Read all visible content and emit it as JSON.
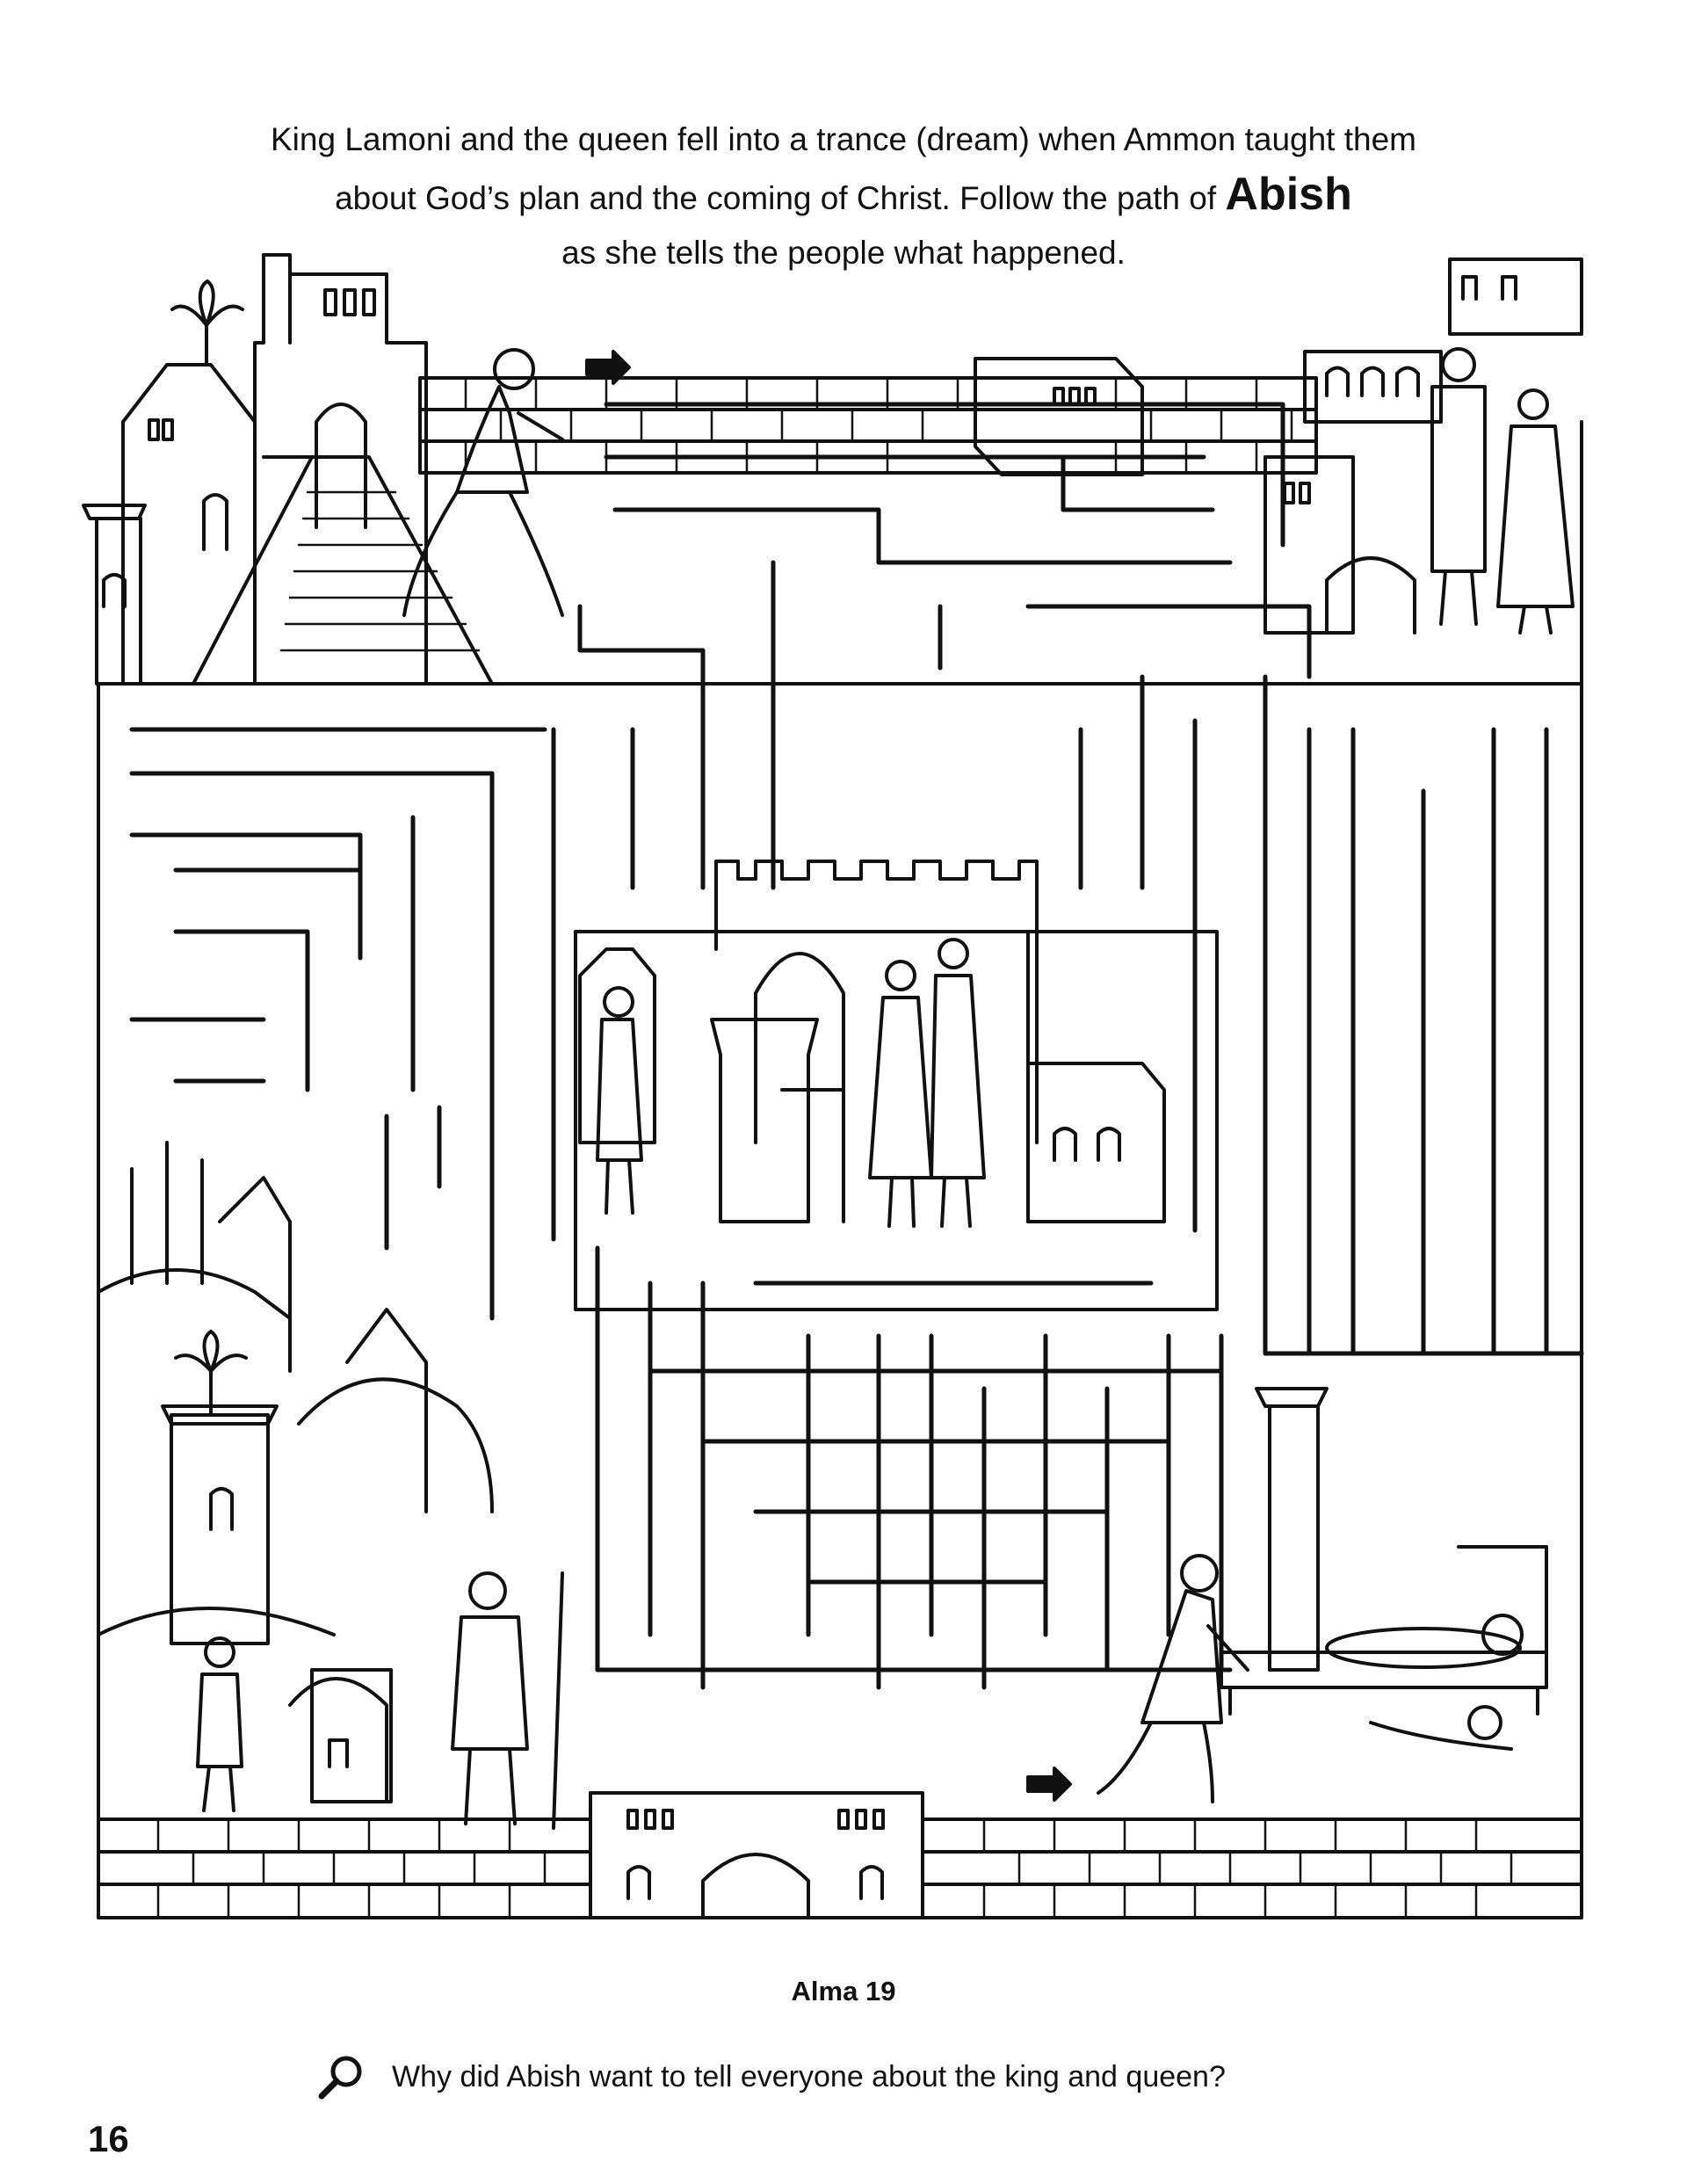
{
  "intro": {
    "line1": "King Lamoni and the queen fell into a trance (dream) when Ammon taught them",
    "line2": "about God’s plan and the coming of Christ. Follow the path of",
    "name": "Abish",
    "line3": "as she tells the people what happened."
  },
  "maze": {
    "start_icon": "arrow-right-icon",
    "end_icon": "arrow-right-icon"
  },
  "reference": "Alma 19",
  "question": "Why did Abish want to tell everyone about the king and queen?",
  "page_number": "16",
  "colors": {
    "ink": "#111111",
    "paper": "#ffffff"
  }
}
